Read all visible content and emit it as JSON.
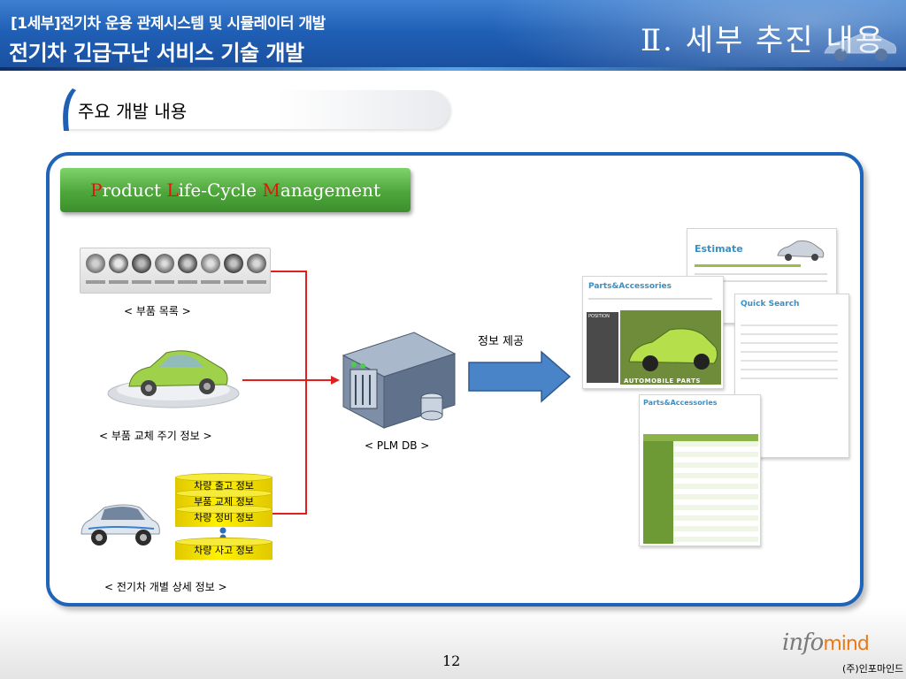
{
  "header": {
    "subtitle": "[1세부]전기차 운용 관제시스템 및 시뮬레이터 개발",
    "title": "전기차 긴급구난 서비스 기술 개발",
    "section": "Ⅱ. 세부 추진 내용"
  },
  "subheading": "주요 개발 내용",
  "plm": {
    "p_cap": "P",
    "p_rest": "roduct ",
    "l_cap": "L",
    "l_rest": "ife-Cycle ",
    "m_cap": "M",
    "m_rest": "anagement"
  },
  "diagram": {
    "parts_caption": "< 부품 목록  >",
    "lifecycle_caption": "< 부품 교체 주기 정보  >",
    "ev_caption": "< 전기차 개별 상세 정보  >",
    "db_caption": "< PLM DB >",
    "arrow_label": "정보 제공",
    "cylinders": [
      "차량 출고 정보",
      "부품 교체 정보",
      "차량 정비 정보",
      "차량 사고 정보"
    ],
    "screenshots": {
      "estimate_title": "Estimate",
      "quicksearch_title": "Quick Search",
      "parts_title_1": "Parts",
      "parts_title_2": "Accessories",
      "banner_text": "AUTOMOBILE PARTS",
      "position_label": "POSITION"
    }
  },
  "footer": {
    "page_number": "12",
    "logo": "info",
    "logo_mind": "mind",
    "company": "(주)인포마인드"
  },
  "colors": {
    "header_blue": "#1f5fb5",
    "panel_border": "#1f64b8",
    "plm_green": "#4ea63b",
    "cap_red": "#e0160c",
    "connector_red": "#e02020",
    "arrow_blue": "#4a84c8",
    "cylinder_yellow": "#fff200",
    "logo_orange": "#e87a16"
  }
}
